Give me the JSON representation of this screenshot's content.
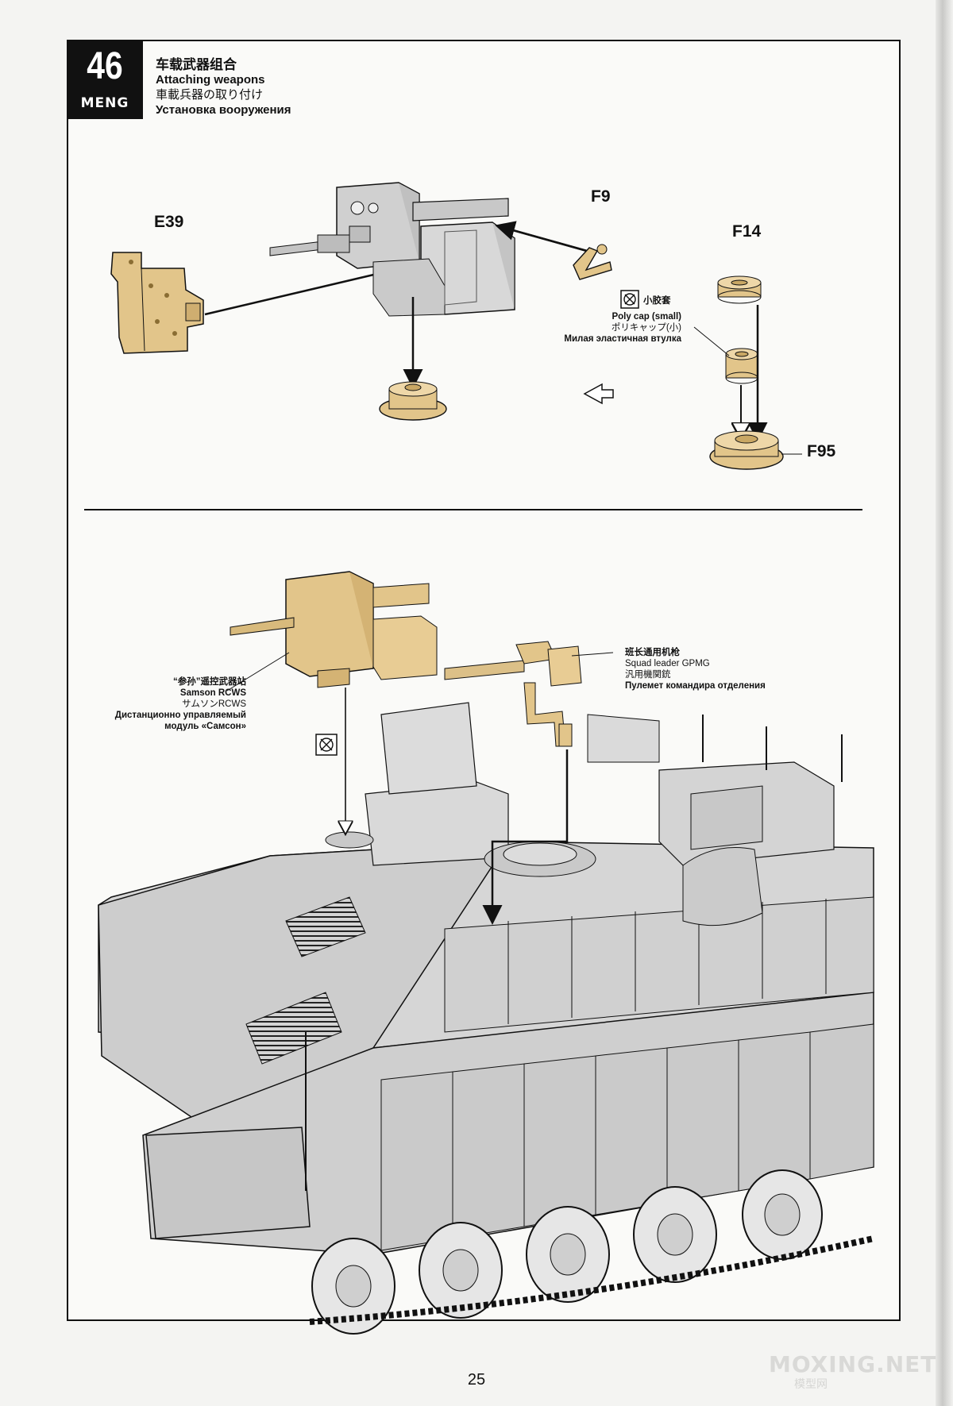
{
  "step": {
    "number": "46",
    "brand": "MENG"
  },
  "titles": {
    "cn": "车载武器组合",
    "en": "Attaching weapons",
    "jp": "車載兵器の取り付け",
    "ru": "Установка вооружения"
  },
  "parts": {
    "e39": "E39",
    "f9": "F9",
    "f14": "F14",
    "f95": "F95"
  },
  "poly_cap": {
    "cn": "小胶套",
    "en": "Poly cap (small)",
    "jp": "ポリキャップ(小)",
    "ru": "Милая эластичная втулка"
  },
  "rcws": {
    "cn": "“参孙”遥控武器站",
    "en": "Samson RCWS",
    "jp": "サムソンRCWS",
    "ru1": "Дистанционно управляемый",
    "ru2": "модуль «Самсон»"
  },
  "gpmg": {
    "cn": "班长通用机枪",
    "en": "Squad leader GPMG",
    "jp": "汎用機関銃",
    "ru": "Пулемет командира отделения"
  },
  "page_number": "25",
  "watermark": {
    "main": "MOXING.NET",
    "sub": "模型网"
  },
  "colors": {
    "part_tan": "#e2c58a",
    "hull_grey": "#d4d4d4",
    "line": "#111111"
  }
}
